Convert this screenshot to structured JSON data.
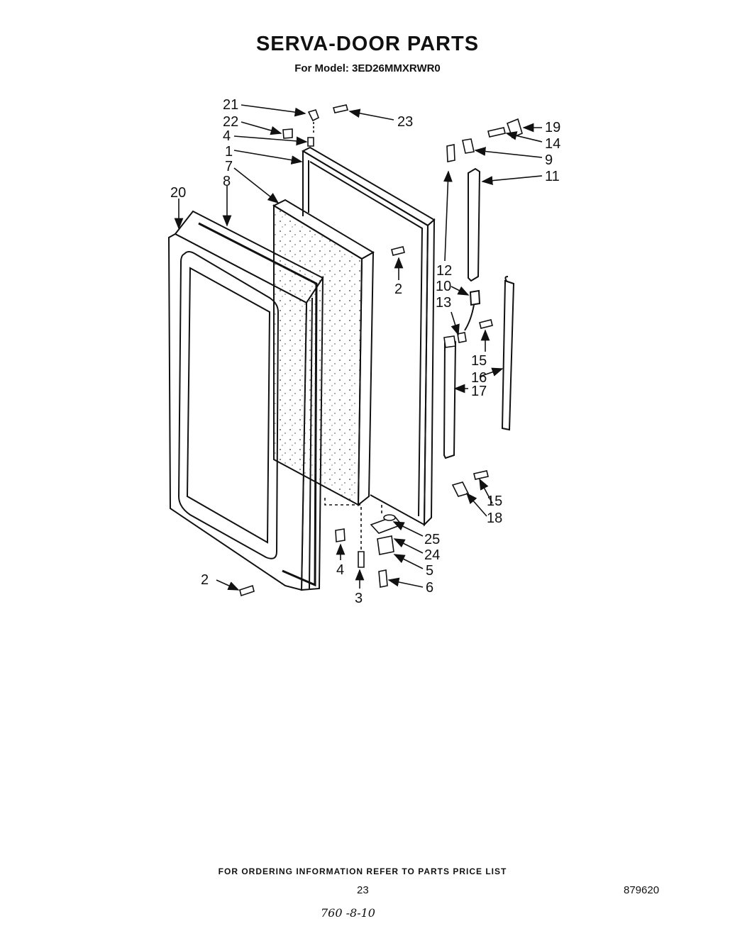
{
  "header": {
    "title": "SERVA-DOOR PARTS",
    "model_line": "For Model: 3ED26MMXRWR0"
  },
  "diagram": {
    "callouts": [
      "21",
      "22",
      "4",
      "1",
      "7",
      "8",
      "20",
      "23",
      "19",
      "14",
      "9",
      "11",
      "2",
      "12",
      "10",
      "13",
      "15",
      "16",
      "17",
      "15",
      "18",
      "25",
      "24",
      "5",
      "6",
      "2",
      "4",
      "3"
    ]
  },
  "footer": {
    "ordering_note": "FOR ORDERING INFORMATION REFER TO PARTS PRICE LIST",
    "page_number": "23",
    "doc_number": "879620",
    "handwritten_note": "760 -8-10"
  }
}
